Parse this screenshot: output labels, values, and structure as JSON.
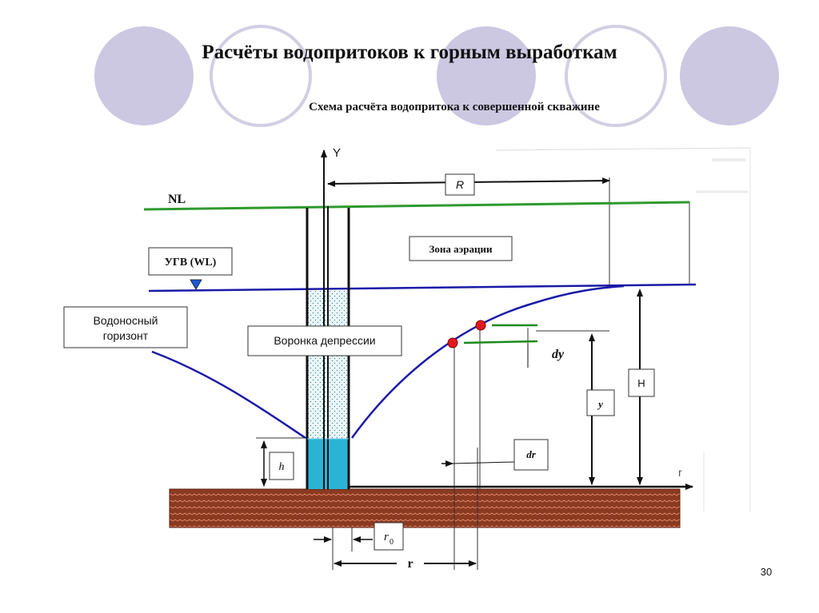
{
  "slide": {
    "title": "Расчёты водопритоков к горным выработкам",
    "subtitle": "Схема расчёта водопритока к совершенной скважине",
    "page_number": "30"
  },
  "diagram": {
    "axis_y_label": "Y",
    "axis_r_label": "r",
    "nl_label": "NL",
    "ugv_label": "УГВ (WL)",
    "aquifer_label_1": "Водоносный",
    "aquifer_label_2": "горизонт",
    "aeration_zone_label": "Зона аэрации",
    "depression_cone_label": "Воронка депрессии",
    "R_label": "R",
    "H_label": "H",
    "y_label": "y",
    "dy_label": "dy",
    "dr_label": "dr",
    "h_label": "h",
    "r0_main": "r",
    "r0_sub": "0",
    "r_label": "r",
    "colors": {
      "nl_line": "#2e9a2e",
      "water_level": "#1a1aa8",
      "bedrock": "#8b3a22",
      "well_water": "#2bb3d6",
      "decor_circle": "#ccc8e2",
      "point": "#e0181d"
    }
  }
}
